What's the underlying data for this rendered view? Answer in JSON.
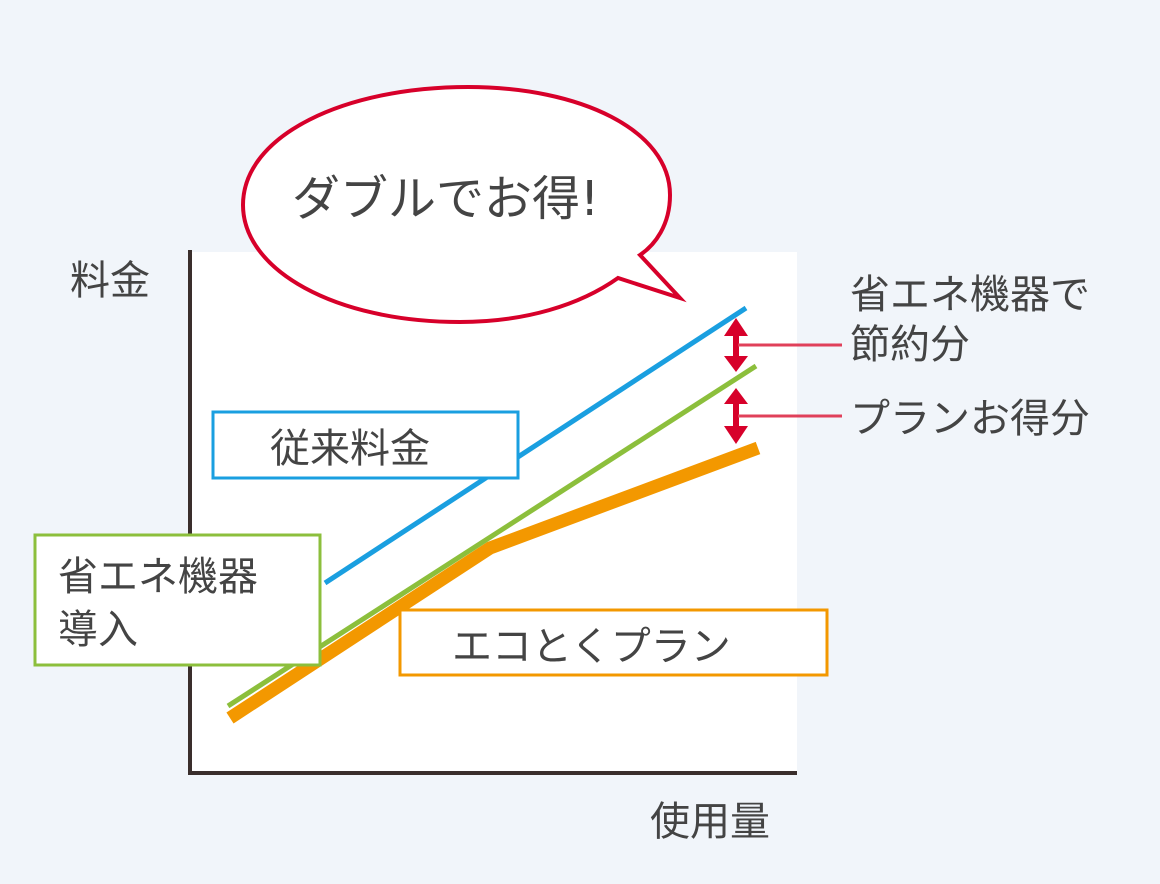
{
  "chart_data": {
    "type": "line",
    "title": "",
    "xlabel": "使用量",
    "ylabel": "料金",
    "grid": false,
    "series": [
      {
        "name": "従来料金",
        "color": "#1a9fe0",
        "points": [
          [
            325,
            583
          ],
          [
            745,
            308
          ]
        ]
      },
      {
        "name": "省エネ機器導入",
        "color": "#8cbf3c",
        "points": [
          [
            228,
            708
          ],
          [
            755,
            368
          ]
        ]
      },
      {
        "name": "エコとくプラン",
        "color": "#f39800",
        "points": [
          [
            230,
            718
          ],
          [
            490,
            548
          ],
          [
            758,
            448
          ]
        ]
      }
    ],
    "annotations": [
      "ダブルでお得!",
      "省エネ機器で節約分",
      "プランお得分"
    ]
  },
  "axes": {
    "y_label": "料金",
    "x_label": "使用量"
  },
  "bubble": {
    "text": "ダブルでお得!",
    "color": "#d7002a"
  },
  "labels": {
    "conventional": "従来料金",
    "device_line1": "省エネ機器",
    "device_line2": "導入",
    "plan": "エコとくプラン",
    "saving_device_line1": "省エネ機器で",
    "saving_device_line2": "節約分",
    "saving_plan": "プランお得分"
  },
  "colors": {
    "blue": "#1a9fe0",
    "green": "#8cbf3c",
    "orange": "#f39800",
    "red": "#d7002a",
    "axis": "#3a2e2c",
    "text": "#444444"
  }
}
